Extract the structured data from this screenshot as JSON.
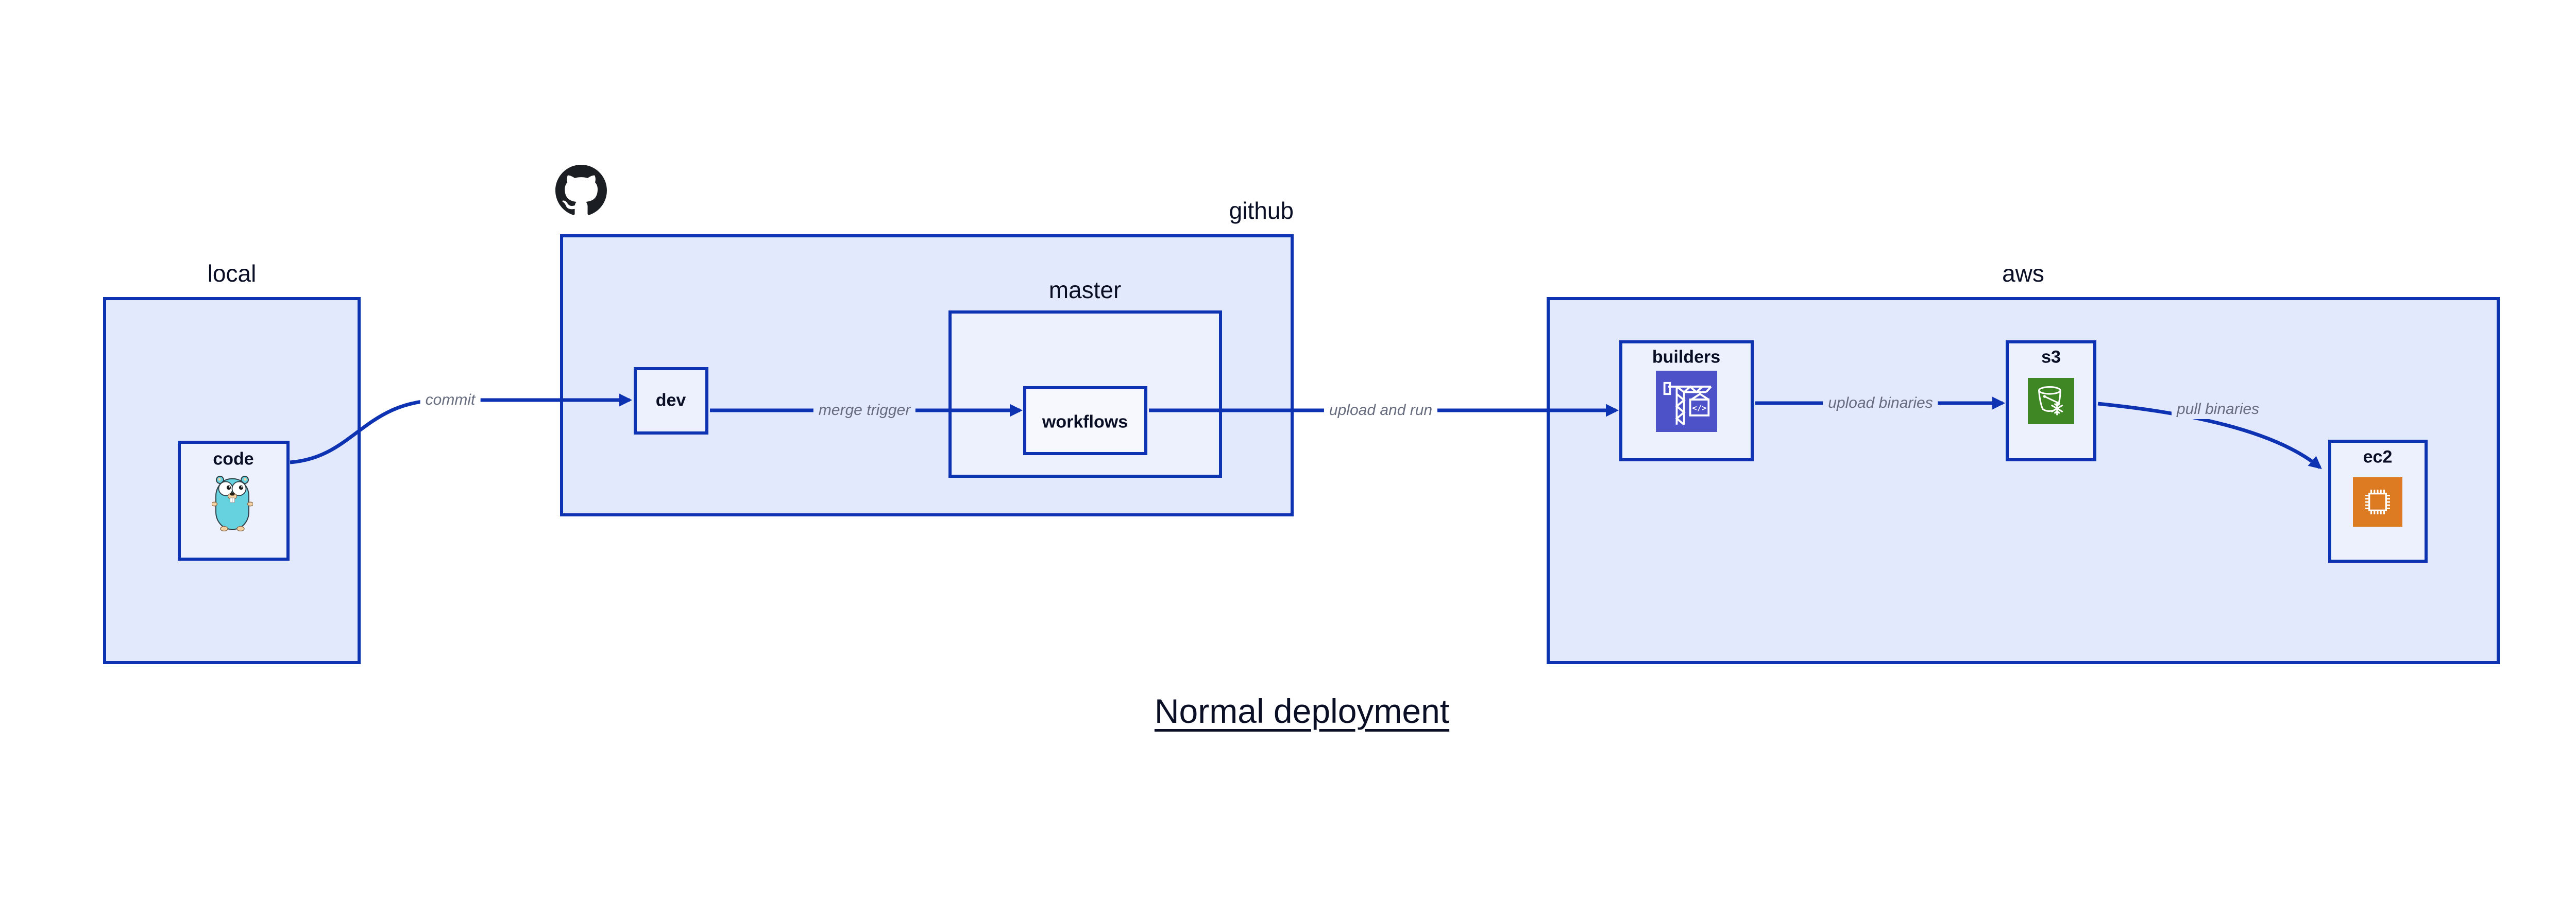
{
  "title": {
    "text": "Normal deployment"
  },
  "colors": {
    "edge_and_border_blue": "#0D32B2",
    "container_fill": "#E3E9FD",
    "node_fill": "#EDF0FD",
    "nested_node_fill": "#F7F8FE",
    "label_dark": "#0A0F25",
    "edge_label_gray": "#676C7E",
    "github_logo_black": "#1B1F23",
    "codebuild_indigo": "#4D52C9",
    "s3_green": "#3F8624",
    "ec2_orange": "#DD7B23",
    "gopher_teal": "#66D1DF"
  },
  "containers": [
    {
      "id": "local",
      "label": "local"
    },
    {
      "id": "github",
      "label": "github"
    },
    {
      "id": "master",
      "label": "master"
    },
    {
      "id": "aws",
      "label": "aws"
    }
  ],
  "nodes": [
    {
      "id": "code",
      "label": "code",
      "icon": "go-gopher-icon"
    },
    {
      "id": "dev",
      "label": "dev"
    },
    {
      "id": "workflows",
      "label": "workflows"
    },
    {
      "id": "builders",
      "label": "builders",
      "icon": "aws-codebuild-crane-icon",
      "icon_text": "</>"
    },
    {
      "id": "s3",
      "label": "s3",
      "icon": "aws-s3-glacier-bucket-icon"
    },
    {
      "id": "ec2",
      "label": "ec2",
      "icon": "aws-ec2-chip-icon"
    }
  ],
  "edges": [
    {
      "label": "commit",
      "from": "code",
      "to": "dev"
    },
    {
      "label": "merge trigger",
      "from": "dev",
      "to": "workflows"
    },
    {
      "label": "upload and run",
      "from": "workflows",
      "to": "builders"
    },
    {
      "label": "upload binaries",
      "from": "builders",
      "to": "s3"
    },
    {
      "label": "pull binaries",
      "from": "s3",
      "to": "ec2"
    }
  ],
  "decorations": {
    "github_logo": "github-octocat-icon"
  }
}
